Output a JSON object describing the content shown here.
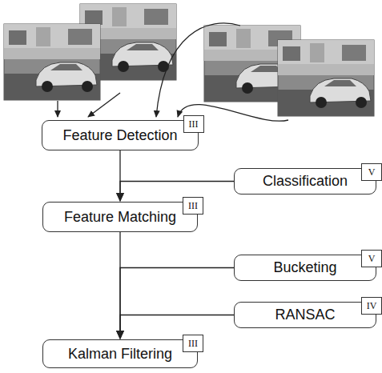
{
  "diagram": {
    "nodes": [
      {
        "text": [
          "Feature Detection",
          "III"
        ]
      },
      {
        "text": [
          "Classification",
          "V"
        ]
      },
      {
        "text": [
          "Feature Matching",
          "III"
        ]
      },
      {
        "text": [
          "Bucketing",
          "V"
        ]
      },
      {
        "text": [
          "RANSAC",
          "IV"
        ]
      },
      {
        "text": [
          "Kalman Filtering",
          "III"
        ]
      }
    ],
    "edges": [
      {
        "from": 0,
        "to": 2,
        "arrow": "to"
      },
      {
        "from": 1,
        "to": 2,
        "arrow": "to"
      },
      {
        "from": 2,
        "to": 5,
        "arrow": "to"
      },
      {
        "from": 3,
        "to": 5,
        "arrow": "to"
      },
      {
        "from": 4,
        "to": 5,
        "arrow": "to"
      }
    ]
  }
}
